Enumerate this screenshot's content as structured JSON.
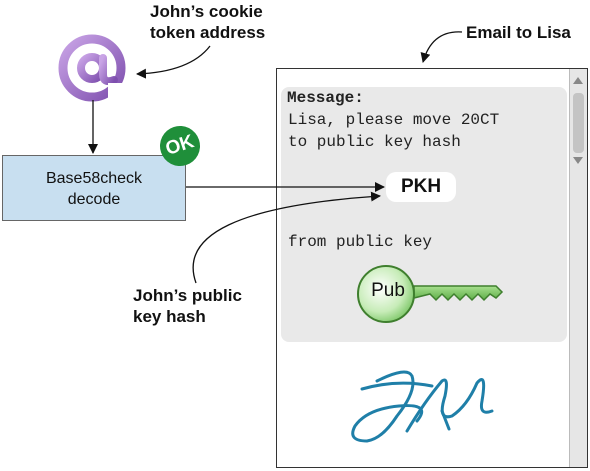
{
  "annotations": {
    "cookie_token_address_line1": "John’s cookie",
    "cookie_token_address_line2": "token address",
    "email_to_lisa": "Email to Lisa",
    "public_key_hash_line1": "John’s public",
    "public_key_hash_line2": "key hash"
  },
  "decoder": {
    "line1": "Base58check",
    "line2": "decode",
    "badge": "OK"
  },
  "email": {
    "message_label": "Message:",
    "line1": "Lisa, please move 20CT",
    "line2": "to public key hash",
    "pkh": "PKH",
    "line3": "from public key",
    "key_label": "Pub"
  },
  "icons": [
    "at-sign-icon",
    "key-icon",
    "signature-icon",
    "ok-badge-icon"
  ],
  "colors": {
    "at_sign": "#9b6fc0",
    "decoder_box": "#c8dff0",
    "ok_badge": "#1f8f3a",
    "key": "#7cc96a",
    "signature": "#1f7fa8",
    "message_panel": "#e9e9e9"
  }
}
